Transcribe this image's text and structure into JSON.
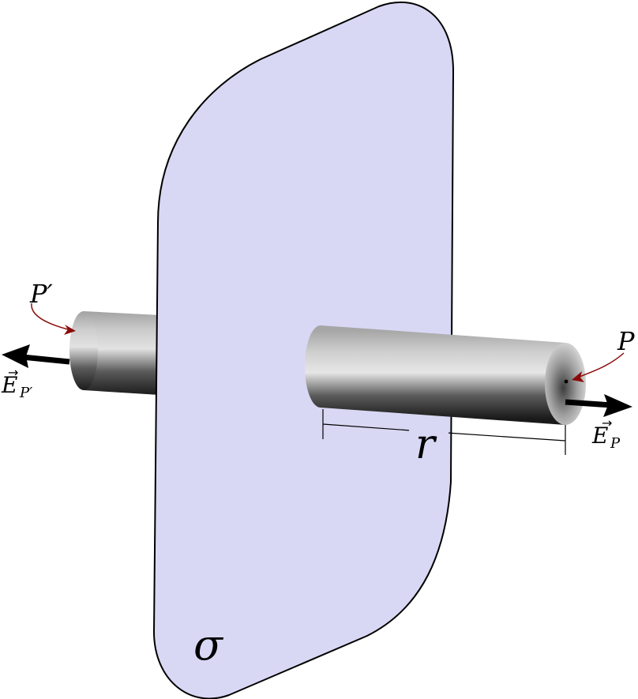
{
  "labels": {
    "plane_symbol": "σ",
    "distance_symbol": "r",
    "point_right": "P",
    "point_left": "P′",
    "field_right": "E",
    "field_right_sub": "P",
    "field_left": "E",
    "field_left_sub": "P′"
  },
  "colors": {
    "plane_fill": "#d8d8f4",
    "plane_stroke": "#000000",
    "pointer_arrow": "#8b0a0a",
    "field_arrow": "#000000"
  }
}
